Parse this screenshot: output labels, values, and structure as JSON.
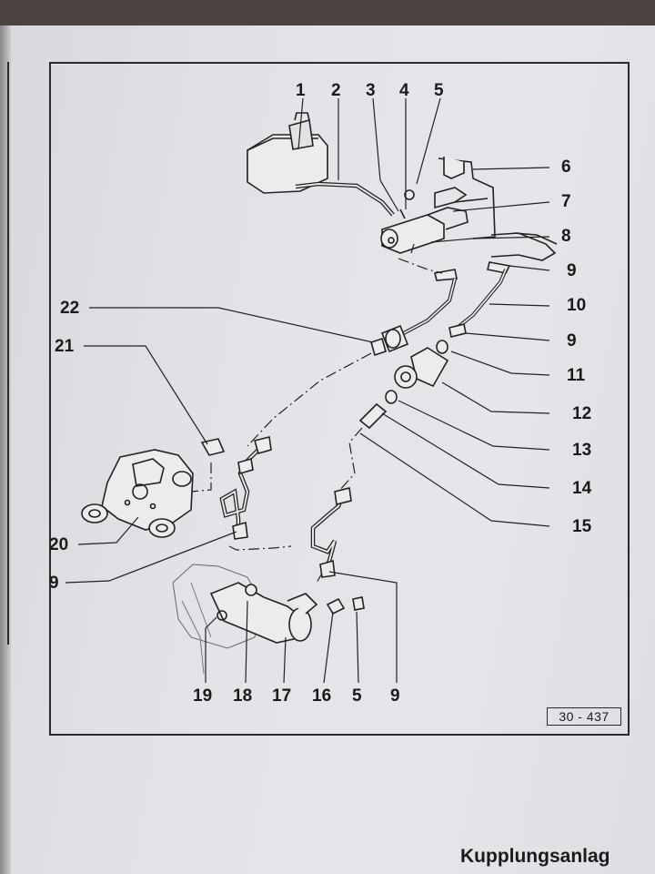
{
  "labels": {
    "l1": "1",
    "l2": "2",
    "l3": "3",
    "l4": "4",
    "l5a": "5",
    "l6": "6",
    "l7": "7",
    "l8": "8",
    "l9a": "9",
    "l10": "10",
    "l9b": "9",
    "l11": "11",
    "l12": "12",
    "l13": "13",
    "l14": "14",
    "l15": "15",
    "l22": "22",
    "l21": "21",
    "l20": "20",
    "l9c": "9",
    "l19": "19",
    "l18": "18",
    "l17": "17",
    "l16": "16",
    "l5b": "5",
    "l9d": "9"
  },
  "figure_ref": "30 - 437",
  "footer_text": "Kupplungsanlag"
}
